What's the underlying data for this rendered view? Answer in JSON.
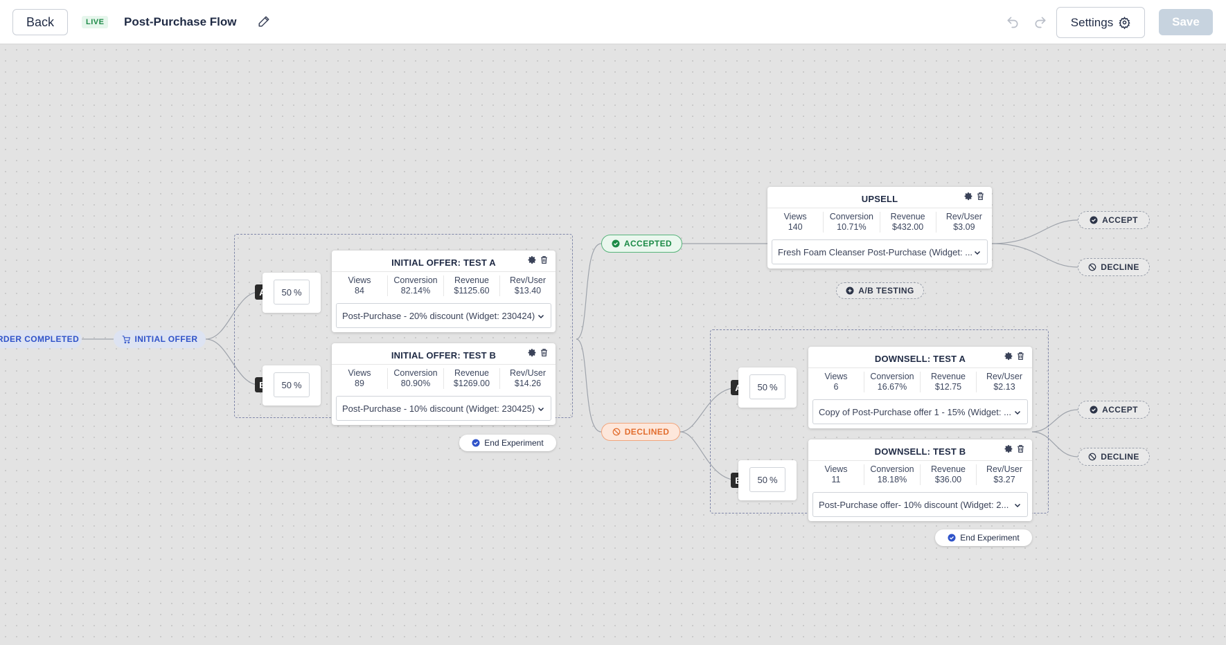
{
  "header": {
    "back_label": "Back",
    "live_badge": "LIVE",
    "flow_title": "Post-Purchase Flow",
    "settings_label": "Settings",
    "save_label": "Save"
  },
  "flow": {
    "order_completed": "RDER COMPLETED",
    "initial_offer": "INITIAL OFFER",
    "accepted": "ACCEPTED",
    "declined": "DECLINED",
    "ab_testing": "A/B TESTING",
    "end_experiment": "End Experiment",
    "accept": "ACCEPT",
    "decline": "DECLINE",
    "percent_sign": "%"
  },
  "initial_test": {
    "a": {
      "letter": "A",
      "split": "50",
      "title": "INITIAL OFFER: TEST A",
      "views_label": "Views",
      "views": "84",
      "conversion_label": "Conversion",
      "conversion": "82.14%",
      "revenue_label": "Revenue",
      "revenue": "$1125.60",
      "revuser_label": "Rev/User",
      "revuser": "$13.40",
      "widget": "Post-Purchase - 20% discount (Widget: 230424)"
    },
    "b": {
      "letter": "B",
      "split": "50",
      "title": "INITIAL OFFER: TEST B",
      "views_label": "Views",
      "views": "89",
      "conversion_label": "Conversion",
      "conversion": "80.90%",
      "revenue_label": "Revenue",
      "revenue": "$1269.00",
      "revuser_label": "Rev/User",
      "revuser": "$14.26",
      "widget": "Post-Purchase - 10% discount (Widget: 230425)"
    }
  },
  "upsell": {
    "title": "UPSELL",
    "views_label": "Views",
    "views": "140",
    "conversion_label": "Conversion",
    "conversion": "10.71%",
    "revenue_label": "Revenue",
    "revenue": "$432.00",
    "revuser_label": "Rev/User",
    "revuser": "$3.09",
    "widget": "Fresh Foam Cleanser Post-Purchase (Widget: ..."
  },
  "downsell_test": {
    "a": {
      "letter": "A",
      "split": "50",
      "title": "DOWNSELL: TEST A",
      "views_label": "Views",
      "views": "6",
      "conversion_label": "Conversion",
      "conversion": "16.67%",
      "revenue_label": "Revenue",
      "revenue": "$12.75",
      "revuser_label": "Rev/User",
      "revuser": "$2.13",
      "widget": "Copy of Post-Purchase offer 1 - 15% (Widget: ..."
    },
    "b": {
      "letter": "B",
      "split": "50",
      "title": "DOWNSELL: TEST B",
      "views_label": "Views",
      "views": "11",
      "conversion_label": "Conversion",
      "conversion": "18.18%",
      "revenue_label": "Revenue",
      "revenue": "$36.00",
      "revuser_label": "Rev/User",
      "revuser": "$3.27",
      "widget": "Post-Purchase offer- 10% discount (Widget: 2..."
    }
  },
  "colors": {
    "accent_blue": "#2f53c9",
    "accepted_green": "#1b8a46",
    "declined_orange": "#e26d2e",
    "canvas_bg": "#e3e3e3"
  },
  "icons": [
    "pencil-icon",
    "undo-icon",
    "redo-icon",
    "gear-icon",
    "trash-icon",
    "cart-icon",
    "check-circle-icon",
    "block-icon",
    "plus-circle-icon",
    "chevron-down-icon"
  ]
}
